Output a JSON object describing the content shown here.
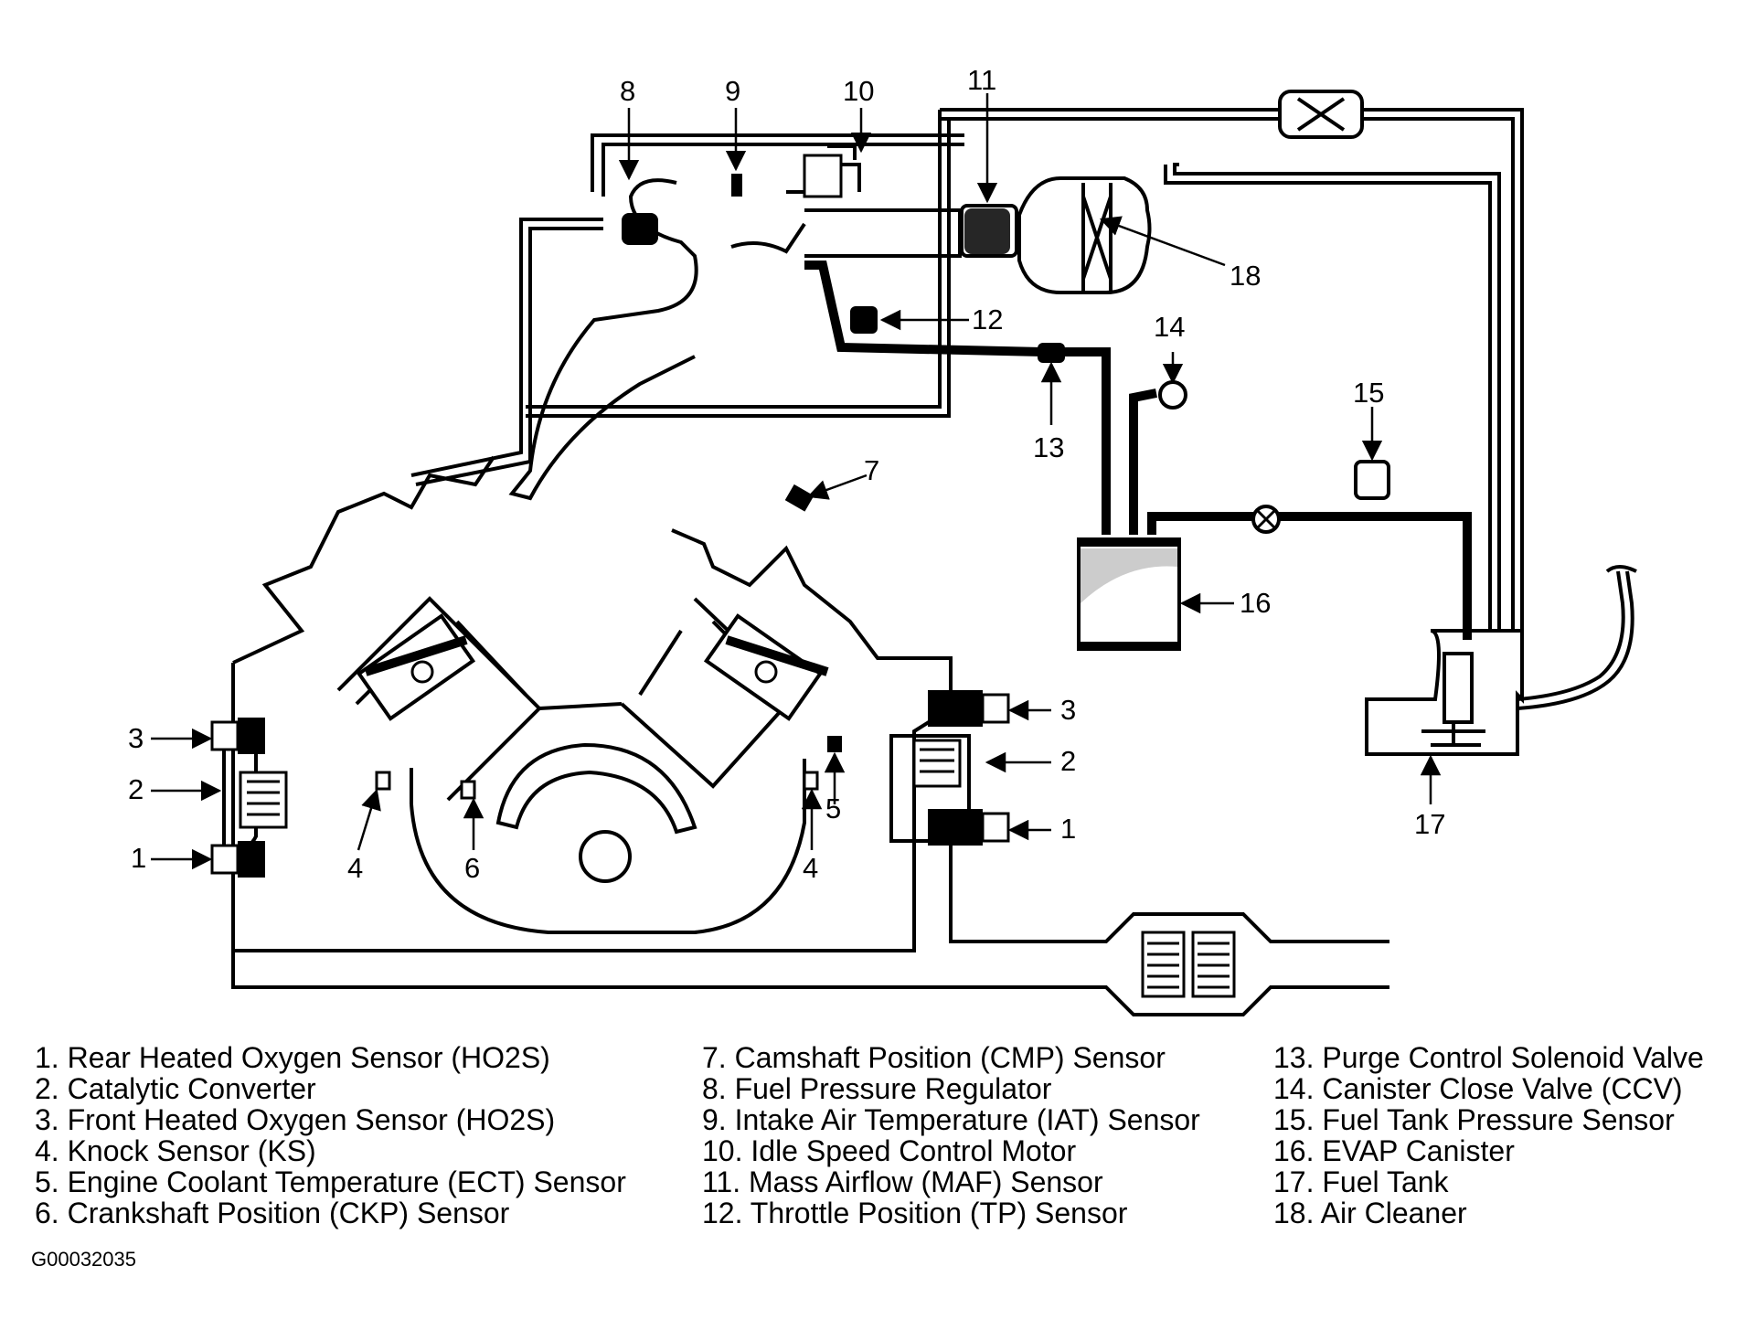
{
  "callouts": {
    "c1_left": "1",
    "c1_right": "1",
    "c2_left": "2",
    "c2_right": "2",
    "c3_left": "3",
    "c3_right": "3",
    "c4_left": "4",
    "c4_right": "4",
    "c5": "5",
    "c6": "6",
    "c7": "7",
    "c8": "8",
    "c9": "9",
    "c10": "10",
    "c11": "11",
    "c12": "12",
    "c13": "13",
    "c14": "14",
    "c15": "15",
    "c16": "16",
    "c17": "17",
    "c18": "18"
  },
  "legend": {
    "col1": [
      "1. Rear Heated Oxygen Sensor (HO2S)",
      "2. Catalytic Converter",
      "3. Front Heated Oxygen Sensor (HO2S)",
      "4. Knock Sensor (KS)",
      "5. Engine Coolant Temperature (ECT) Sensor",
      "6. Crankshaft Position (CKP) Sensor"
    ],
    "col2": [
      "7. Camshaft Position (CMP) Sensor",
      "8. Fuel Pressure Regulator",
      "9. Intake Air Temperature (IAT) Sensor",
      "10. Idle Speed Control Motor",
      "11. Mass Airflow (MAF) Sensor",
      "12. Throttle Position (TP) Sensor"
    ],
    "col3": [
      "13. Purge Control Solenoid Valve",
      "14. Canister Close Valve (CCV)",
      "15. Fuel Tank Pressure Sensor",
      "16. EVAP Canister",
      "17. Fuel Tank",
      "18. Air Cleaner"
    ]
  },
  "figure_id": "G00032035"
}
